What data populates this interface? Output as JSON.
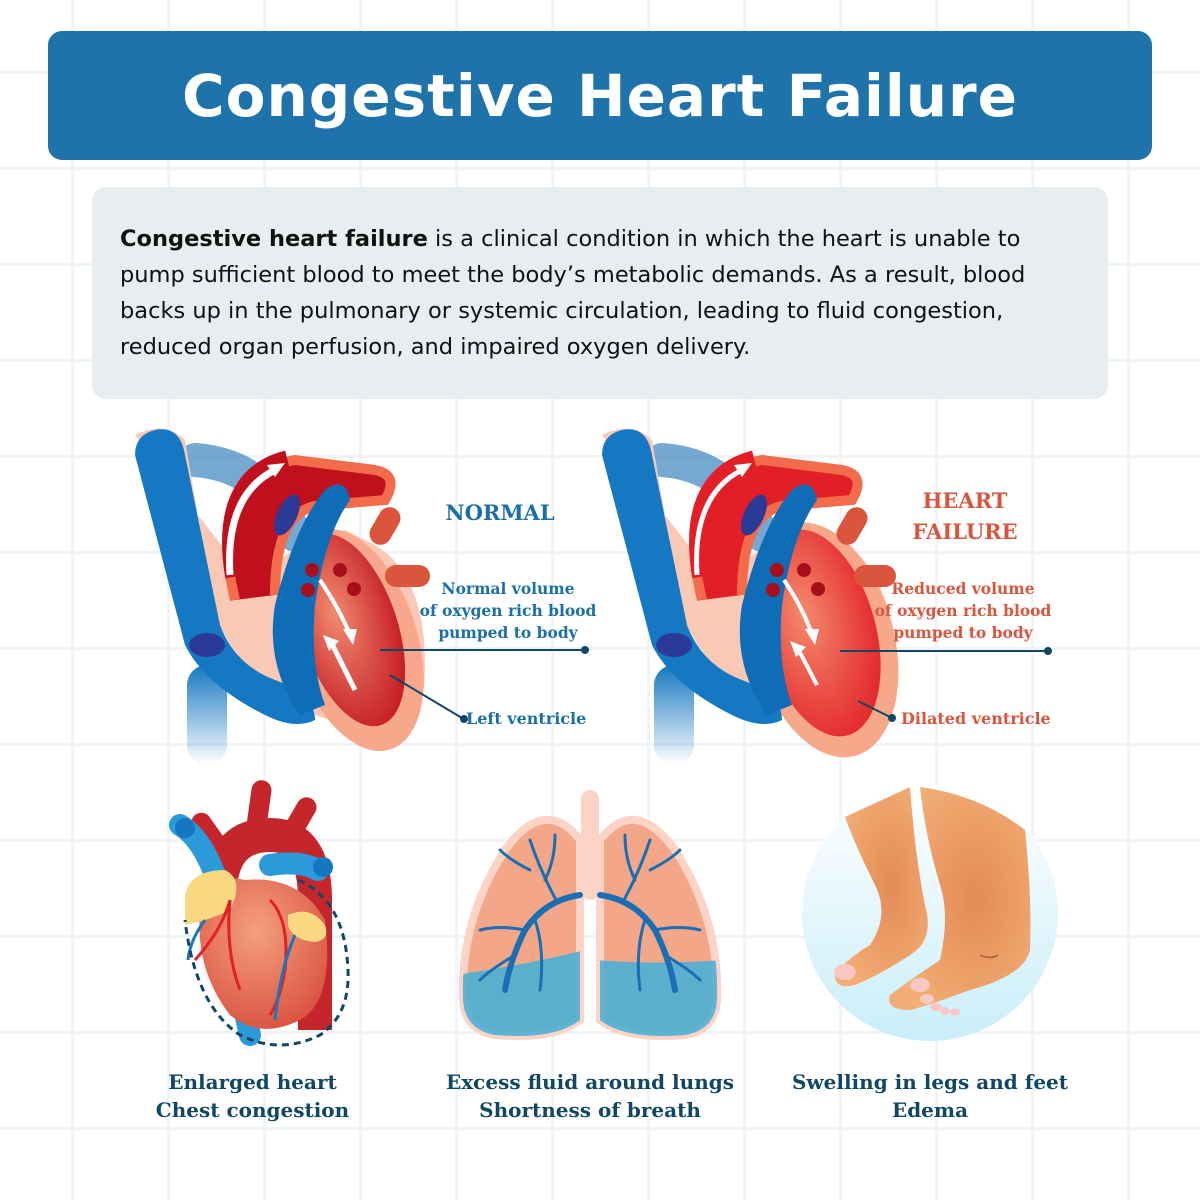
{
  "header": {
    "title": "Congestive Heart Failure"
  },
  "description": {
    "bold_term": "Congestive heart failure",
    "text": " is a clinical condition in which the heart is unable to pump sufficient blood to meet the body’s metabolic demands. As a result, blood backs up in the pulmonary or systemic circulation, leading to fluid congestion, reduced organ perfusion, and impaired oxygen delivery."
  },
  "diagrams": {
    "normal": {
      "heading": "NORMAL",
      "callout_top": [
        "Normal volume",
        "of oxygen rich blood",
        "pumped to body"
      ],
      "callout_bottom": "Left ventricle",
      "label_color": "#1a6fa8",
      "aorta_color": "#c0101e"
    },
    "failure": {
      "heading_line1": "HEART",
      "heading_line2": "FAILURE",
      "callout_top": [
        "Reduced volume",
        "of oxygen rich blood",
        "pumped to body"
      ],
      "callout_bottom": "Dilated ventricle",
      "label_color": "#d9553b",
      "aorta_color": "#e21f26"
    }
  },
  "symptoms": [
    {
      "icon": "enlarged-heart-icon",
      "line1": "Enlarged heart",
      "line2": "Chest congestion"
    },
    {
      "icon": "fluid-lungs-icon",
      "line1": "Excess fluid around lungs",
      "line2": "Shortness of breath"
    },
    {
      "icon": "swollen-feet-icon",
      "line1": "Swelling in legs and feet",
      "line2": "Edema"
    }
  ],
  "colors": {
    "title_bar": "#1d73aa",
    "desc_bg": "#e8edf0",
    "caption": "#114766",
    "vein_blue": "#1577c0",
    "grid_line": "#eef4f8"
  }
}
